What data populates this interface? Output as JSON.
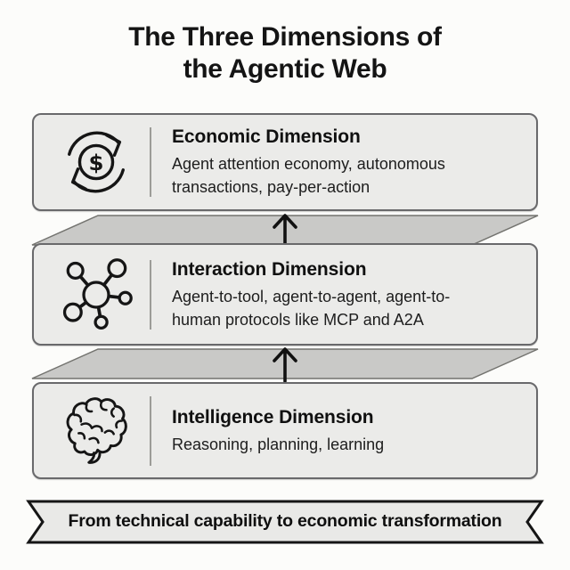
{
  "title": {
    "line1": "The Three Dimensions of",
    "line2": "the Agentic Web"
  },
  "cards": [
    {
      "id": "economic",
      "icon": "dollar-cycle-icon",
      "heading": "Economic Dimension",
      "description": "Agent attention economy, autonomous transactions, pay-per-action"
    },
    {
      "id": "interaction",
      "icon": "network-hub-icon",
      "heading": "Interaction Dimension",
      "description": "Agent-to-tool, agent-to-agent, agent-to-human protocols like MCP and A2A"
    },
    {
      "id": "intelligence",
      "icon": "brain-icon",
      "heading": "Intelligence Dimension",
      "description": "Reasoning, planning, learning"
    }
  ],
  "connectors": [
    {
      "symbol": "up-arrow"
    },
    {
      "symbol": "up-arrow"
    }
  ],
  "banner": {
    "label": "From technical capability to economic transformation"
  },
  "colors": {
    "background": "#fcfcfa",
    "card_fill": "#ebebe9",
    "card_border": "#69696b",
    "connector_fill": "#c9c9c7",
    "connector_border": "#73736f",
    "banner_fill": "#e9e9e7",
    "banner_border": "#151515",
    "icon_stroke": "#151515",
    "text": "#141414"
  }
}
